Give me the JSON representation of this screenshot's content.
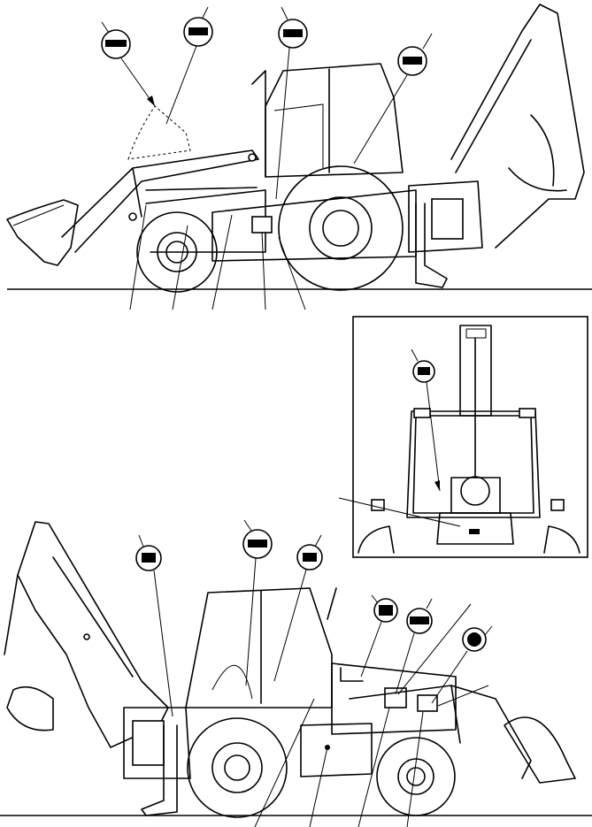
{
  "colors": {
    "line": "#000000",
    "background": "#ffffff"
  },
  "views": [
    {
      "name": "left-side-view",
      "label_callouts": 4,
      "leader_lines": 5
    },
    {
      "name": "front-cab-inset",
      "label_callouts": 1,
      "leader_lines": 1
    },
    {
      "name": "right-side-view",
      "label_callouts": 6,
      "leader_lines": 6
    }
  ]
}
